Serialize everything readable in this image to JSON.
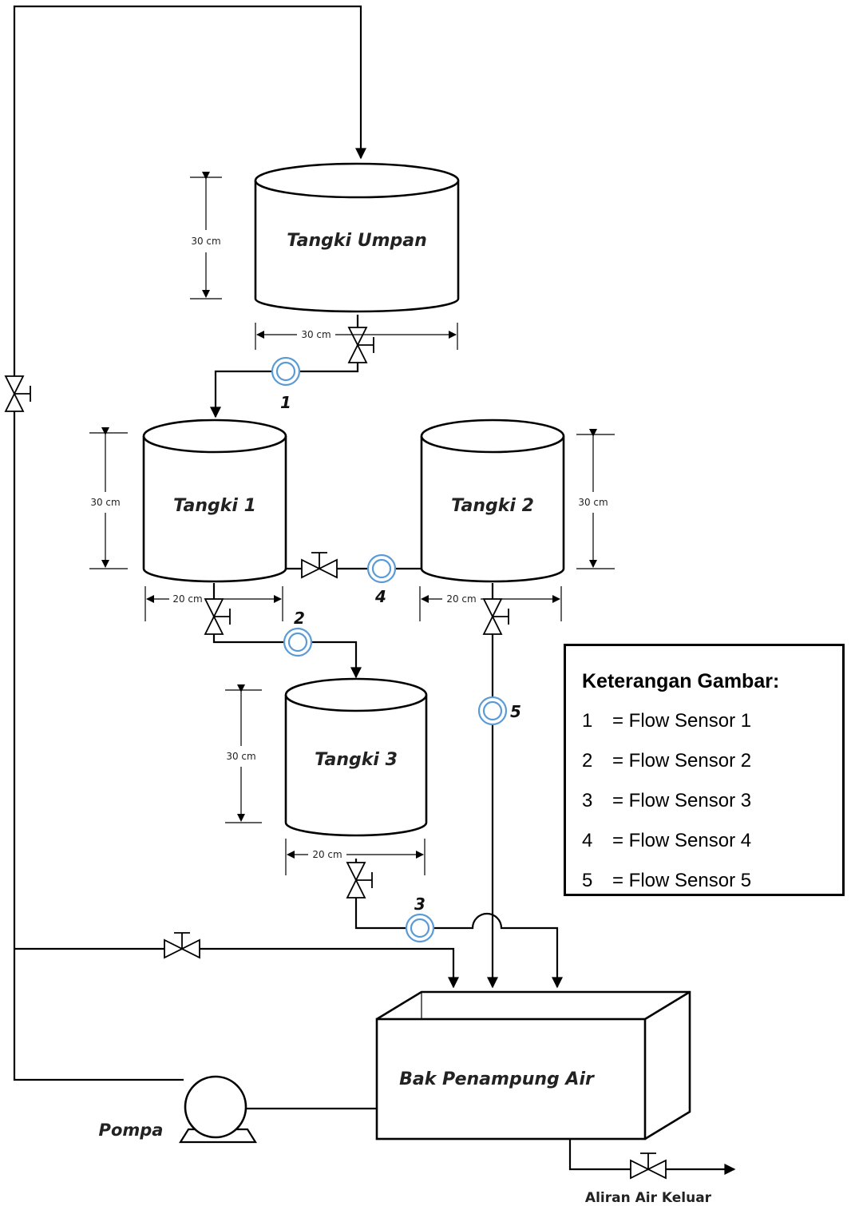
{
  "tanks": {
    "umpan": "Tangki Umpan",
    "t1": "Tangki 1",
    "t2": "Tangki 2",
    "t3": "Tangki 3",
    "reservoir": "Bak Penampung Air"
  },
  "dimensions": {
    "umpan_height": "30 cm",
    "umpan_width": "30 cm",
    "t1_height": "30 cm",
    "t1_width": "20 cm",
    "t2_height": "30 cm",
    "t2_width": "20 cm",
    "t3_height": "30 cm",
    "t3_width": "20 cm"
  },
  "sensor_numbers": [
    "1",
    "2",
    "3",
    "4",
    "5"
  ],
  "pump_label": "Pompa",
  "outlet_label": "Aliran Air Keluar",
  "legend": {
    "title": "Keterangan Gambar:",
    "items": [
      {
        "num": "1",
        "text": "= Flow Sensor 1"
      },
      {
        "num": "2",
        "text": "= Flow Sensor 2"
      },
      {
        "num": "3",
        "text": "= Flow Sensor 3"
      },
      {
        "num": "4",
        "text": "= Flow Sensor 4"
      },
      {
        "num": "5",
        "text": "= Flow Sensor 5"
      }
    ]
  },
  "colors": {
    "sensor": "#5b9bd5",
    "line": "#000000"
  }
}
